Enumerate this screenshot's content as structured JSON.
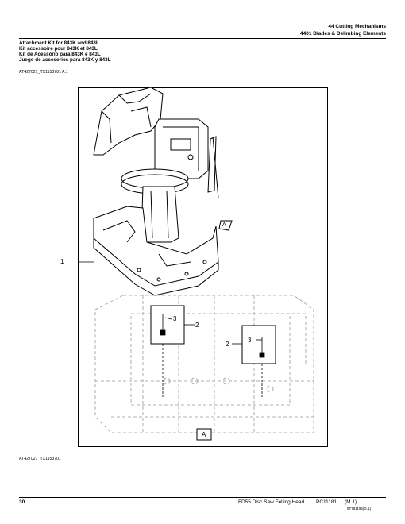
{
  "header": {
    "section": "44 Cutting Mechanisms",
    "subsection": "4401 Blades & Delimbing Elements"
  },
  "kit_titles": [
    "Attachment Kit for 843K and 843L",
    "Kit accessoire pour 843K et 843L",
    "Kit de Acessório para 843K e 843L",
    "Juego de accesorios para 843K y 843L"
  ],
  "figure": {
    "ref_top": "AT427027_TX1153701 A.1",
    "ref_bottom": "AT427027_TX1153701",
    "callouts": {
      "one": "1",
      "two_a": "2",
      "two_b": "2",
      "three_a": "3",
      "three_b": "3",
      "view_a_marker": "A",
      "view_a_label": "A"
    }
  },
  "footer": {
    "page_number": "30",
    "doc_title": "FD55 Disc Saw Felling Head",
    "doc_code": "PC11181",
    "rev": "(M.1)",
    "sub_code": "5T781195(G.1)"
  }
}
